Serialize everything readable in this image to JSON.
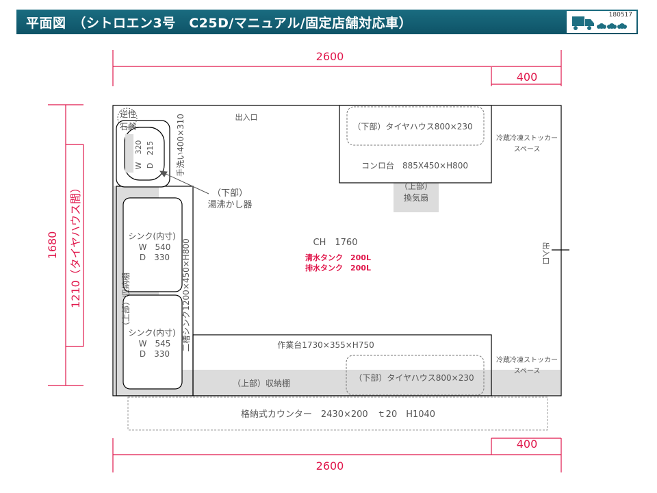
{
  "header": {
    "title": "平面図　（シトロエン3号　C25D/マニュアル/固定店舗対応車）",
    "code": "180517",
    "truck_icon": "truck-icon"
  },
  "dimensions": {
    "top_total": "2600",
    "top_right": "400",
    "bottom_total": "2600",
    "bottom_right": "400",
    "left_total": "1680",
    "left_inner": "1210（タイヤハウス間）"
  },
  "labels": {
    "entrance_top": "出入口",
    "entrance_right": "出入口",
    "soap_1": "逆性",
    "soap_2": "石鹸",
    "basin_w": "W　320",
    "basin_d": "D　215",
    "handwash": "手洗い400×310",
    "heater_1": "（下部）",
    "heater_2": "湯沸かし器",
    "sink1_title": "シンク(内寸)",
    "sink1_w": "W　540",
    "sink1_d": "D　330",
    "sink2_title": "シンク(内寸)",
    "sink2_w": "W　545",
    "sink2_d": "D　330",
    "double_sink": "二槽シンク1200×450×H800",
    "upper_shelf_left": "（上部）収納棚",
    "tirehouse_top": "（下部）タイヤハウス800×230",
    "stove": "コンロ台　885X450×H800",
    "fan_1": "（上部）",
    "fan_2": "換気扇",
    "fridge_top_1": "冷蔵冷凍ストッカー",
    "fridge_top_2": "スペース",
    "ch": "CH　1760",
    "fresh_tank": "清水タンク　200L",
    "waste_tank": "排水タンク　200L",
    "worktable": "作業台1730×355×H750",
    "upper_shelf_bottom": "（上部）収納棚",
    "tirehouse_bottom": "（下部）タイヤハウス800×230",
    "fridge_bottom_1": "冷蔵冷凍ストッカー",
    "fridge_bottom_2": "スペース",
    "counter": "格納式カウンター　2430×200　ｔ20　H1040"
  },
  "colors": {
    "header_bg": "#0e5367",
    "dimension": "#e0184c",
    "tank_text": "#e0184c",
    "gray_fill": "#dcdcdc",
    "outline": "#000000"
  }
}
